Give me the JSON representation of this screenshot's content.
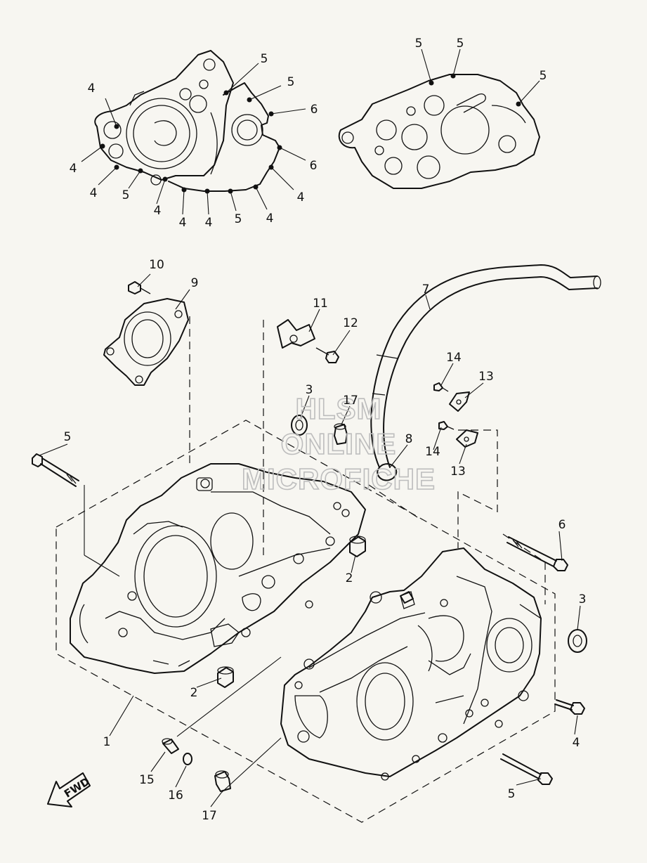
{
  "diagram": {
    "callouts": {
      "c1": "1",
      "c2a": "2",
      "c2b": "2",
      "c3a": "3",
      "c3b": "3",
      "c4a": "4",
      "c4b": "4",
      "c4c": "4",
      "c4d": "4",
      "c4e": "4",
      "c4f": "4",
      "c4g": "4",
      "c4h": "4",
      "c5a": "5",
      "c5b": "5",
      "c5c": "5",
      "c5d": "5",
      "c5e": "5",
      "c5f": "5",
      "c5g": "5",
      "c5h": "5",
      "c5i": "5",
      "c6a": "6",
      "c6b": "6",
      "c6c": "6",
      "c7": "7",
      "c8": "8",
      "c9": "9",
      "c10": "10",
      "c11": "11",
      "c12": "12",
      "c13a": "13",
      "c13b": "13",
      "c14a": "14",
      "c14b": "14",
      "c15": "15",
      "c16": "16",
      "c17a": "17",
      "c17b": "17"
    },
    "watermark": [
      "HLSM",
      "ONLINE",
      "MICROFICHE"
    ],
    "direction_label": "FWD"
  }
}
